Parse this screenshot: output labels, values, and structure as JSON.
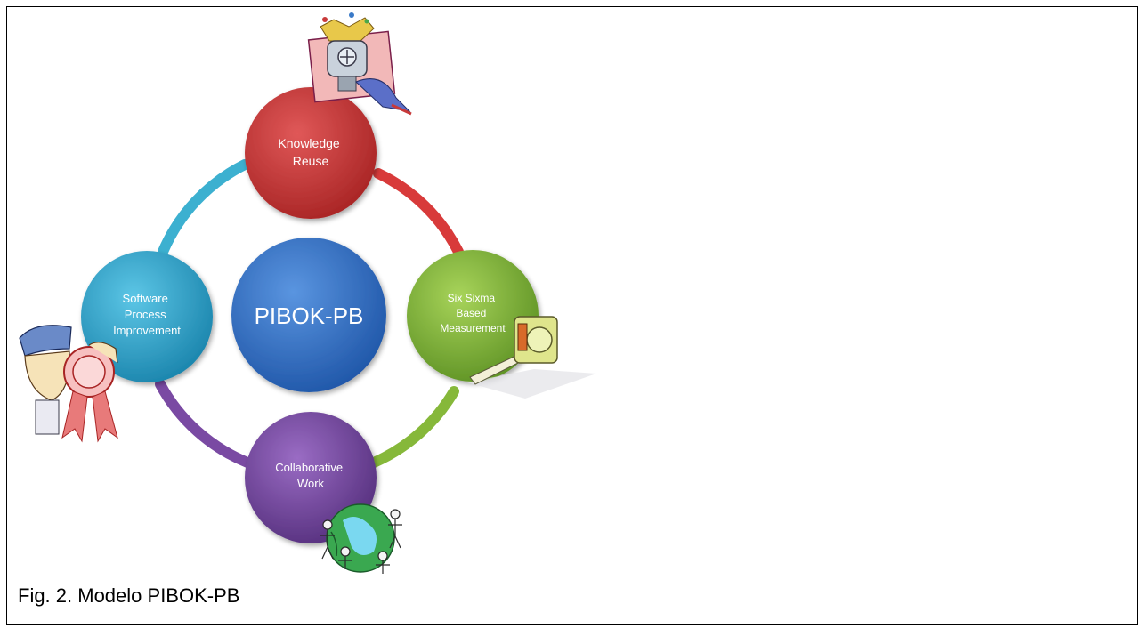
{
  "diagram": {
    "center": {
      "label": "PIBOK-PB",
      "color": "#2f6fc4"
    },
    "nodes": [
      {
        "id": "knowledge-reuse",
        "lines": [
          "Knowledge",
          "Reuse"
        ],
        "color": "#c63838",
        "icon": "machine-icon"
      },
      {
        "id": "six-sixma",
        "lines": [
          "Six Sixma",
          "Based",
          "Measurement"
        ],
        "color": "#86b83a",
        "icon": "tape-measure-icon"
      },
      {
        "id": "collaborative-work",
        "lines": [
          "Collaborative",
          "Work"
        ],
        "color": "#7a4aa3",
        "icon": "globe-people-icon"
      },
      {
        "id": "software-process",
        "lines": [
          "Software",
          "Process",
          "Improvement"
        ],
        "color": "#2aa0c8",
        "icon": "award-ribbon-icon"
      }
    ],
    "ring_colors": {
      "top_right": "#d83a3a",
      "bottom_right": "#86b83a",
      "bottom_left": "#7a4aa3",
      "top_left": "#3cb0d0"
    }
  },
  "caption": "Fig. 2. Modelo PIBOK-PB"
}
